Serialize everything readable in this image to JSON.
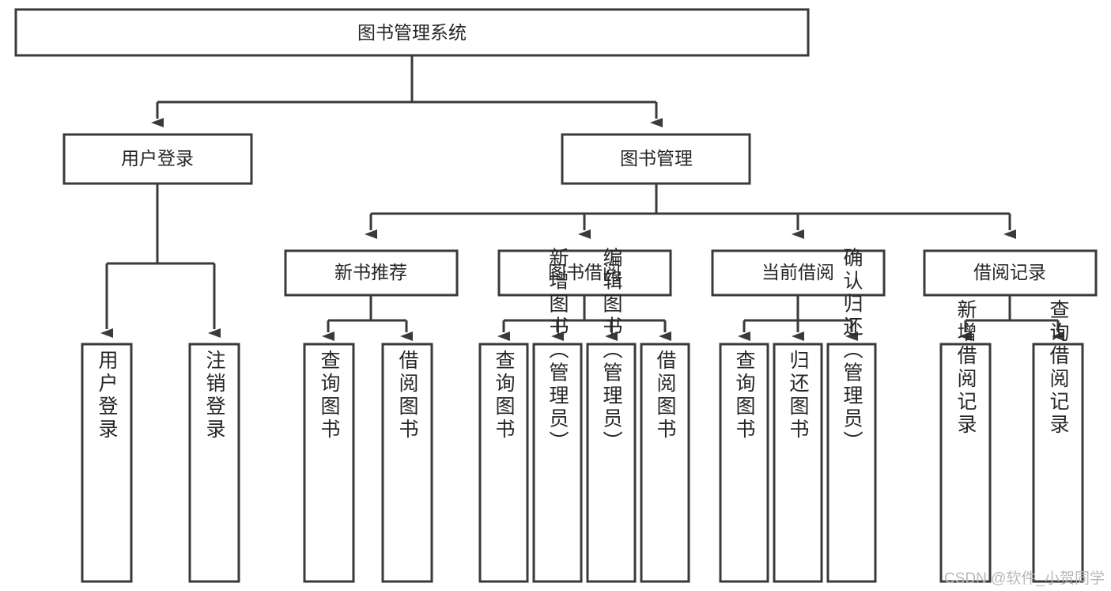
{
  "diagram": {
    "type": "tree-hierarchy",
    "title": "图书管理系统",
    "watermark": "CSDN @软件_小贺同学",
    "colors": {
      "background": "#ffffff",
      "node_fill": "#ffffff",
      "node_stroke": "#3a3a3a",
      "connector": "#3a3a3a",
      "text": "#262626",
      "watermark": "#b8b8b8"
    },
    "nodes": {
      "root": {
        "label": "图书管理系统",
        "orientation": "horizontal",
        "level": 0
      },
      "level1": [
        {
          "id": "user-login",
          "label": "用户登录",
          "orientation": "horizontal"
        },
        {
          "id": "book-management",
          "label": "图书管理",
          "orientation": "horizontal"
        }
      ],
      "level2": [
        {
          "id": "new-book-recommend",
          "label": "新书推荐",
          "orientation": "horizontal",
          "parent": "book-management"
        },
        {
          "id": "book-borrow",
          "label": "图书借阅",
          "orientation": "horizontal",
          "parent": "book-management"
        },
        {
          "id": "current-borrow",
          "label": "当前借阅",
          "orientation": "horizontal",
          "parent": "book-management"
        },
        {
          "id": "borrow-record",
          "label": "借阅记录",
          "orientation": "horizontal",
          "parent": "book-management"
        }
      ],
      "leaves": [
        {
          "id": "leaf-user-login",
          "label": "用户登录",
          "orientation": "vertical",
          "parent": "user-login"
        },
        {
          "id": "leaf-logout",
          "label": "注销登录",
          "orientation": "vertical",
          "parent": "user-login"
        },
        {
          "id": "leaf-query-book-1",
          "label": "查询图书",
          "orientation": "vertical",
          "parent": "new-book-recommend"
        },
        {
          "id": "leaf-borrow-book-1",
          "label": "借阅图书",
          "orientation": "vertical",
          "parent": "new-book-recommend"
        },
        {
          "id": "leaf-query-book-2",
          "label": "查询图书",
          "orientation": "vertical",
          "parent": "book-borrow"
        },
        {
          "id": "leaf-add-book",
          "label": "新增图书（管理员）",
          "orientation": "vertical",
          "parent": "book-borrow"
        },
        {
          "id": "leaf-edit-book",
          "label": "编辑图书（管理员）",
          "orientation": "vertical",
          "parent": "book-borrow"
        },
        {
          "id": "leaf-borrow-book-2",
          "label": "借阅图书",
          "orientation": "vertical",
          "parent": "book-borrow"
        },
        {
          "id": "leaf-query-book-3",
          "label": "查询图书",
          "orientation": "vertical",
          "parent": "current-borrow"
        },
        {
          "id": "leaf-return-book",
          "label": "归还图书",
          "orientation": "vertical",
          "parent": "current-borrow"
        },
        {
          "id": "leaf-confirm-return",
          "label": "确认归还（管理员）",
          "orientation": "vertical",
          "parent": "current-borrow"
        },
        {
          "id": "leaf-add-record",
          "label": "新增借阅记录",
          "orientation": "vertical",
          "parent": "borrow-record"
        },
        {
          "id": "leaf-query-record",
          "label": "查询借阅记录",
          "orientation": "vertical",
          "parent": "borrow-record"
        }
      ]
    }
  }
}
